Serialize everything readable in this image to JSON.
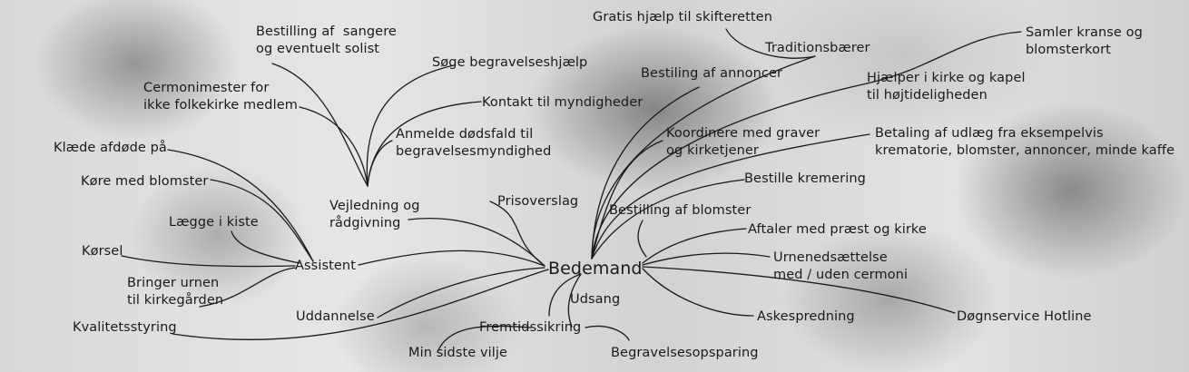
{
  "center": "Bedemand",
  "nodes": {
    "gratis_hjaelp": "Gratis hjælp til skifteretten",
    "traditionsbaerer": "Traditionsbærer",
    "samler_kranse": "Samler kranse og\nblomsterkort",
    "hjaelper_kirke": "Hjælper i kirke og kapel\ntil højtideligheden",
    "bestilling_annoncer": "Bestiling af annoncer",
    "koordinere": "Koordinere med graver\nog kirketjener",
    "betaling_udlaeg": "Betaling af udlæg fra eksempelvis\nkrematorie, blomster, annoncer, minde kaffe",
    "bestille_kremering": "Bestille kremering",
    "bestilling_blomster": "Bestilling af blomster",
    "aftaler_praest": "Aftaler med præst og kirke",
    "urnenedsaettelse": "Urnenedsættelse\nmed / uden cermoni",
    "askespredning": "Askespredning",
    "doegnservice": "Døgnservice Hotline",
    "udsang": "Udsang",
    "fremtidssikring": "Fremtidssikring",
    "min_sidste_vilje": "Min sidste vilje",
    "begravelsesopsparing": "Begravelsesopsparing",
    "prisoverslag": "Prisoverslag",
    "vejledning": "Vejledning og\nrådgivning",
    "bestilling_sangere": "Bestilling af  sangere\nog eventuelt solist",
    "soege_hjaelp": "Søge begravelseshjælp",
    "kontakt_myndigheder": "Kontakt til myndigheder",
    "cermonimester": "Cermonimester for\nikke folkekirke medlem",
    "anmelde_doedsfald": "Anmelde dødsfald til\nbegravelsesmyndighed",
    "assistent": "Assistent",
    "klaede_afdoede": "Klæde afdøde på",
    "koere_blomster": "Køre med blomster",
    "laegge_kiste": "Lægge i kiste",
    "koersel": "Kørsel",
    "bringer_urnen": "Bringer urnen\ntil kirkegården",
    "uddannelse": "Uddannelse",
    "kvalitetsstyring": "Kvalitetsstyring"
  },
  "colors": {
    "ink": "#1a1a1a"
  }
}
